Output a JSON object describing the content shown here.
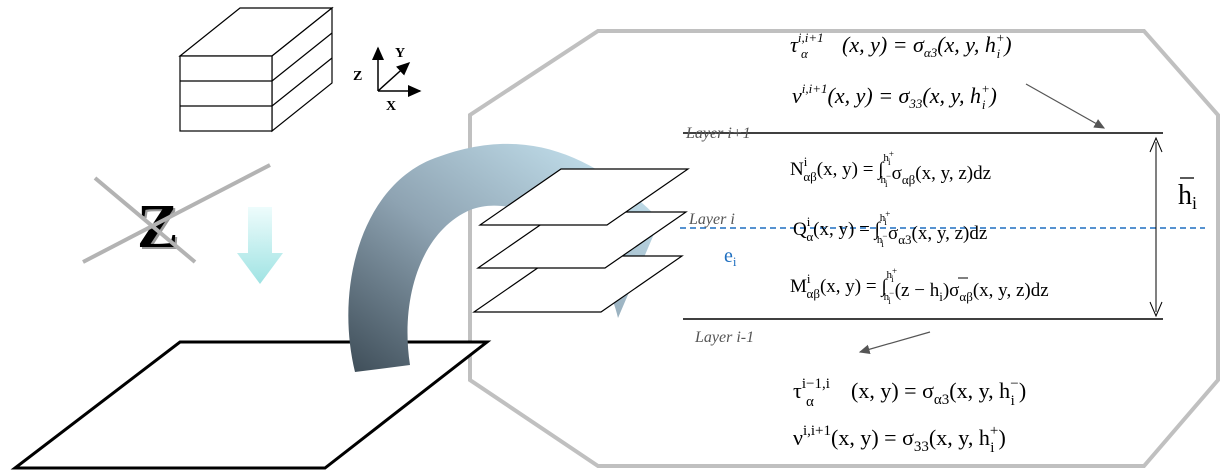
{
  "axes_triad": {
    "z": "Z",
    "y": "Y",
    "x": "X"
  },
  "crossed_symbol": "Z",
  "layers": {
    "upper": "Layer i+1",
    "middle": "Layer i",
    "lower": "Layer i-1"
  },
  "midplane_label": "e",
  "midplane_label_sub": "i",
  "thickness_label": "h",
  "thickness_label_sub": "i",
  "equations": {
    "tau_top": {
      "lhs_sym": "τ",
      "lhs_sup": "i,i+1",
      "lhs_sub": "α",
      "lhs_args": "(x, y) = ",
      "rhs_sym": "σ",
      "rhs_sub": "α3",
      "rhs_args": "(x, y, h",
      "rhs_sup": "+",
      "rhs_idx": "i",
      "rhs_close": ")"
    },
    "nu_top": {
      "lhs_sym": "ν",
      "lhs_sup": "i,i+1",
      "lhs_args": "(x, y) = ",
      "rhs_sym": "σ",
      "rhs_sub": "33",
      "rhs_args": "(x, y, h",
      "rhs_sup": "+",
      "rhs_idx": "i",
      "rhs_close": ")"
    },
    "N": {
      "sym": "N",
      "sup": "i",
      "sub": "αβ",
      "args": "(x, y) = ∫",
      "lim_hi": "h",
      "lim_hi_sup": "+",
      "lim_hi_sub": "i",
      "lim_lo": "h",
      "lim_lo_sup": "−",
      "lim_lo_sub": "i",
      "integrand": "σ",
      "integrand_sub": "αβ",
      "tail": "(x, y, z)dz"
    },
    "Q": {
      "sym": "Q",
      "sup": "i",
      "sub": "α",
      "args": "(x, y) = ∫",
      "lim_hi": "h",
      "lim_hi_sup": "+",
      "lim_hi_sub": "i",
      "lim_lo": "h",
      "lim_lo_sup": "−",
      "lim_lo_sub": "i",
      "integrand": "σ",
      "integrand_sub": "α3",
      "tail": "(x, y, z)dz"
    },
    "M": {
      "sym": "M",
      "sup": "i",
      "sub": "αβ",
      "args": "(x, y) = ∫",
      "lim_hi": "h",
      "lim_hi_sup": "+",
      "lim_hi_sub": "i",
      "lim_lo": "h",
      "lim_lo_sup": "−",
      "lim_lo_sub": "i",
      "paren": "(z − h",
      "paren_sub": "i",
      "paren_close": ")",
      "integrand": "σ",
      "integrand_sub": "αβ",
      "tail": "(x, y, z)dz"
    },
    "tau_bot": {
      "lhs_sym": "τ",
      "lhs_sup": "i−1,i",
      "lhs_sub": "α",
      "lhs_args": "(x, y) = ",
      "rhs_sym": "σ",
      "rhs_sub": "α3",
      "rhs_args": "(x, y, h",
      "rhs_sup": "−",
      "rhs_idx": "i",
      "rhs_close": ")"
    },
    "nu_bot": {
      "lhs_sym": "ν",
      "lhs_sup": "i,i+1",
      "lhs_args": "(x, y) = ",
      "rhs_sym": "σ",
      "rhs_sub": "33",
      "rhs_args": "(x, y, h",
      "rhs_sup": "+",
      "rhs_idx": "i",
      "rhs_close": ")"
    }
  },
  "colors": {
    "line": "#000000",
    "octagon": "#c0c0c0",
    "midplane": "#1f6fc0",
    "down_arrow_top": "#e8fbfb",
    "down_arrow_bottom": "#a8e8e8",
    "band_dark": "#4b5b66",
    "band_mid": "#8fa5b5",
    "band_light": "#c9e9f7",
    "layer_label": "#555555",
    "cross_line": "#b3b3b3"
  }
}
